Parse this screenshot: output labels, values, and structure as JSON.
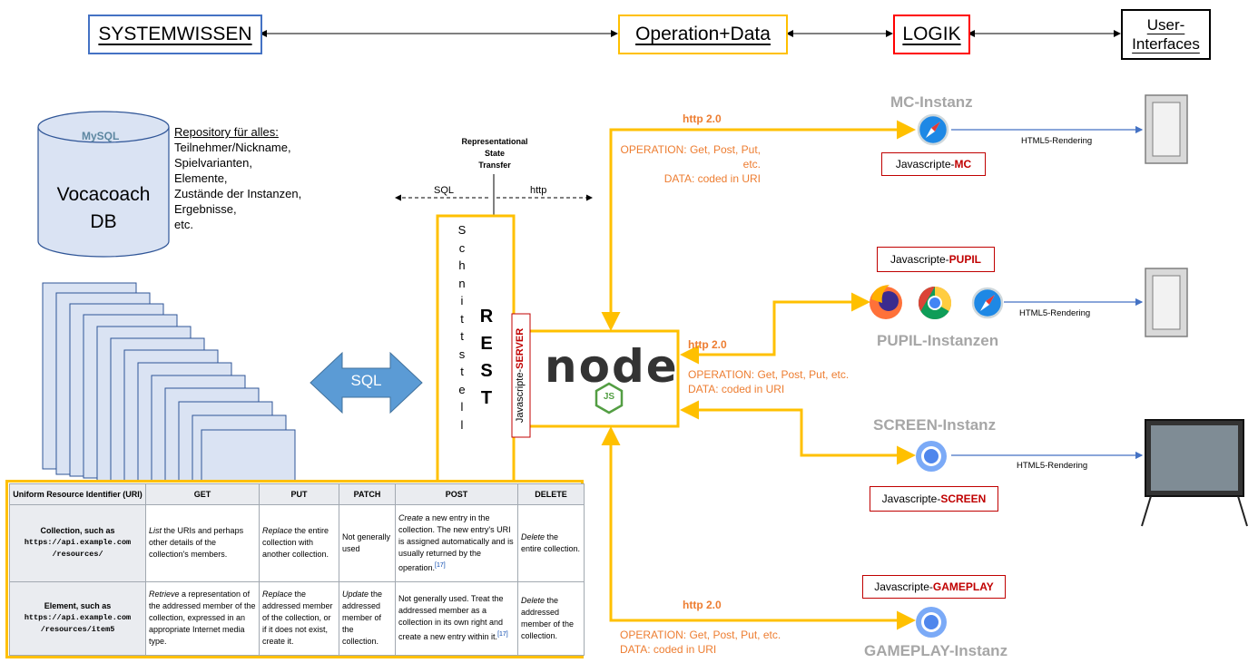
{
  "top_row": {
    "systemwissen": "SYSTEMWISSEN",
    "operation_data": "Operation+Data",
    "logik": "LOGIK",
    "user_interfaces_line1": "User-",
    "user_interfaces_line2": "Interfaces"
  },
  "database": {
    "logo_text": "MySQL",
    "label_line1": "Vocacoach",
    "label_line2": "DB",
    "repository_title": "Repository für alles:",
    "repository_items": [
      "Teilnehmer/Nickname,",
      "Spielvarianten,",
      "Elemente,",
      "Zustände der Instanzen,",
      "Ergebnisse,",
      "etc."
    ]
  },
  "sql_arrow_label": "SQL",
  "rest": {
    "title_line1": "Representational",
    "title_line2": "State",
    "title_line3": "Transfer",
    "left_label": "SQL",
    "right_label": "http",
    "schnittstelle_letters": [
      "S",
      "c",
      "h",
      "n",
      "i",
      "t",
      "t",
      "s",
      "t",
      "e",
      "l",
      "l"
    ],
    "rest_letters": [
      "R",
      "E",
      "S",
      "T"
    ]
  },
  "server": {
    "js_prefix": "Javascripte-",
    "js_suffix": "SERVER",
    "node_text": "node",
    "js_badge": "JS"
  },
  "connections": {
    "mc": {
      "protocol": "http 2.0",
      "op_line": "OPERATION: Get, Post, Put, etc.",
      "data_line": "DATA: coded in URI"
    },
    "pupil": {
      "protocol": "http 2.0",
      "op_line": "OPERATION: Get, Post, Put, etc.",
      "data_line": "DATA: coded in URI"
    },
    "gameplay": {
      "protocol": "http 2.0",
      "op_line": "OPERATION: Get, Post, Put, etc.",
      "data_line": "DATA: coded in URI"
    }
  },
  "instances": {
    "mc": {
      "title": "MC-Instanz",
      "js_prefix": "Javascripte-",
      "js_suffix": "MC",
      "render": "HTML5-Rendering"
    },
    "pupil": {
      "title": "PUPIL-Instanzen",
      "js_prefix": "Javascripte-",
      "js_suffix": "PUPIL",
      "render": "HTML5-Rendering"
    },
    "screen": {
      "title": "SCREEN-Instanz",
      "js_prefix": "Javascripte-",
      "js_suffix": "SCREEN",
      "render": "HTML5-Rendering"
    },
    "gameplay": {
      "title": "GAMEPLAY-Instanz",
      "js_prefix": "Javascripte-",
      "js_suffix": "GAMEPLAY"
    }
  },
  "uri_table": {
    "headers": [
      "Uniform Resource Identifier (URI)",
      "GET",
      "PUT",
      "PATCH",
      "POST",
      "DELETE"
    ],
    "row1": {
      "label": "Collection, such as",
      "url1": "https://api.example.com",
      "url2": "/resources/",
      "get_em": "List",
      "get_rest": " the URIs and perhaps other details of the collection's members.",
      "put_em": "Replace",
      "put_rest": " the entire collection with another collection.",
      "patch": "Not generally used",
      "post_em": "Create",
      "post_rest": " a new entry in the collection. The new entry's URI is assigned automatically and is usually returned by the operation.",
      "post_ref": "[17]",
      "delete_em": "Delete",
      "delete_rest": " the entire collection."
    },
    "row2": {
      "label": "Element, such as",
      "url1": "https://api.example.com",
      "url2": "/resources/item5",
      "get_em": "Retrieve",
      "get_rest": " a representation of the addressed member of the collection, expressed in an appropriate Internet media type.",
      "put_em": "Replace",
      "put_rest": " the addressed member of the collection, or if it does not exist, create it.",
      "patch_em": "Update",
      "patch_rest": " the addressed member of the collection.",
      "post": "Not generally used. Treat the addressed member as a collection in its own right and create a new entry within it.",
      "post_ref": "[17]",
      "delete_em": "Delete",
      "delete_rest": " the addressed member of the collection."
    }
  },
  "colors": {
    "orange": "#ffc000",
    "orange_text": "#ed7d31",
    "blue_box": "#4472c4",
    "red_box": "#ff0000",
    "red_text": "#c00000",
    "db_fill": "#dae3f3",
    "sql_arrow": "#5b9bd5",
    "instance_gray": "#a6a6a6"
  },
  "icons": [
    "mysql-logo-icon",
    "safari-icon",
    "firefox-icon",
    "chrome-icon",
    "chromium-icon",
    "tablet-icon",
    "tv-screen-icon",
    "nodejs-logo-icon"
  ]
}
